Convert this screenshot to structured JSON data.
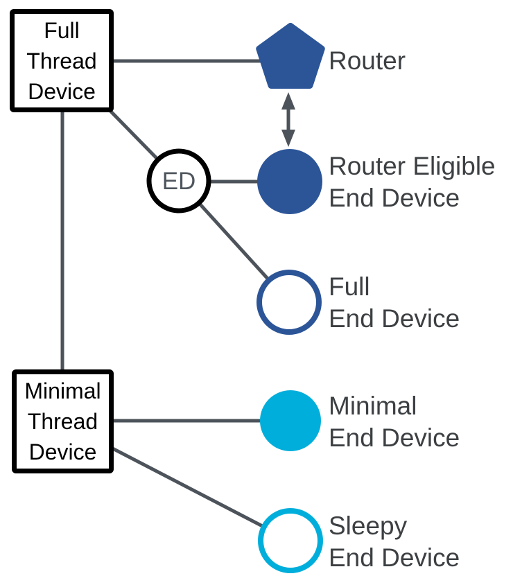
{
  "background": "#ffffff",
  "colors": {
    "dark_blue": "#2c5598",
    "cyan": "#00aedb",
    "line": "#4d535a",
    "label_text": "#3d4043",
    "ed_text": "#4e555d",
    "box_border": "#000000",
    "background": "#ffffff"
  },
  "nodes": {
    "full_thread_device": {
      "label": "Full\nThread\nDevice",
      "shape": "square-outline-black"
    },
    "minimal_thread_device": {
      "label": "Minimal\nThread\nDevice",
      "shape": "square-outline-black"
    },
    "router": {
      "label": "Router",
      "shape": "pentagon-filled-dark-blue"
    },
    "router_eligible_end_device": {
      "label": "Router Eligible\nEnd Device",
      "shape": "circle-filled-dark-blue"
    },
    "end_device": {
      "label": "ED",
      "shape": "circle-outline-black"
    },
    "full_end_device": {
      "label": "Full\nEnd Device",
      "shape": "circle-outline-dark-blue"
    },
    "minimal_end_device": {
      "label": "Minimal\nEnd Device",
      "shape": "circle-filled-cyan"
    },
    "sleepy_end_device": {
      "label": "Sleepy\nEnd Device",
      "shape": "circle-outline-cyan"
    }
  },
  "edges": [
    {
      "from": "full_thread_device",
      "to": "router",
      "type": "line"
    },
    {
      "from": "full_thread_device",
      "to": "minimal_thread_device",
      "type": "line"
    },
    {
      "from": "full_thread_device",
      "to": "end_device",
      "type": "line"
    },
    {
      "from": "end_device",
      "to": "router_eligible_end_device",
      "type": "line"
    },
    {
      "from": "end_device",
      "to": "full_end_device",
      "type": "line"
    },
    {
      "from": "minimal_thread_device",
      "to": "minimal_end_device",
      "type": "line"
    },
    {
      "from": "minimal_thread_device",
      "to": "sleepy_end_device",
      "type": "line"
    },
    {
      "from": "router",
      "to": "router_eligible_end_device",
      "type": "double-arrow"
    }
  ]
}
